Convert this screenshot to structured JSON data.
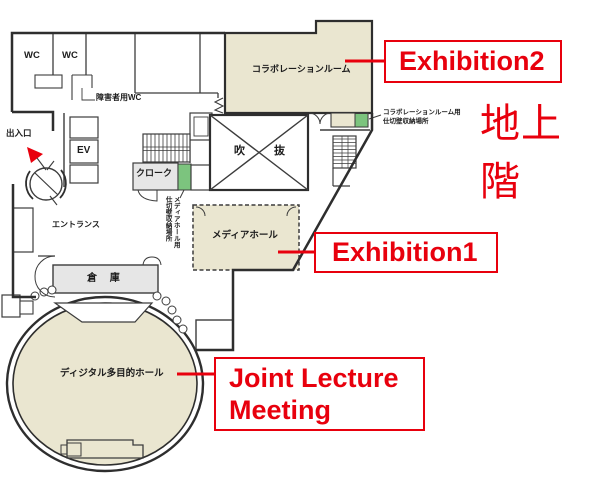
{
  "floor_tag": "地上階",
  "annotations": {
    "exhibition2": "Exhibition2",
    "exhibition1": "Exhibition1",
    "joint_line1": "Joint Lecture",
    "joint_line2": "Meeting"
  },
  "rooms": {
    "collaboration_room": "コラボレーションルーム",
    "media_hall": "メディアホール",
    "digital_hall": "ディジタル多目的ホール",
    "storage": "倉 庫",
    "cloakroom": "クローク",
    "atrium": "吹　抜",
    "wc_left": "WC",
    "wc_right": "WC",
    "accessible_wc": "障害者用WC",
    "elevator": "EV",
    "entrance_hall": "エントランス",
    "entrance_exit": "出入口"
  },
  "partition_labels": {
    "collab_line1": "コラボレーションルーム用",
    "collab_line2": "仕切壁収納場所",
    "media_col1": "メディアホール用",
    "media_col2": "仕切壁収納場所"
  },
  "colors": {
    "room_fill": "#EAE6D0",
    "gray_fill": "#E6E6E6",
    "green_fill": "#7CC47E",
    "annotation_red": "#E8000D",
    "wall": "#2E2E2E"
  }
}
